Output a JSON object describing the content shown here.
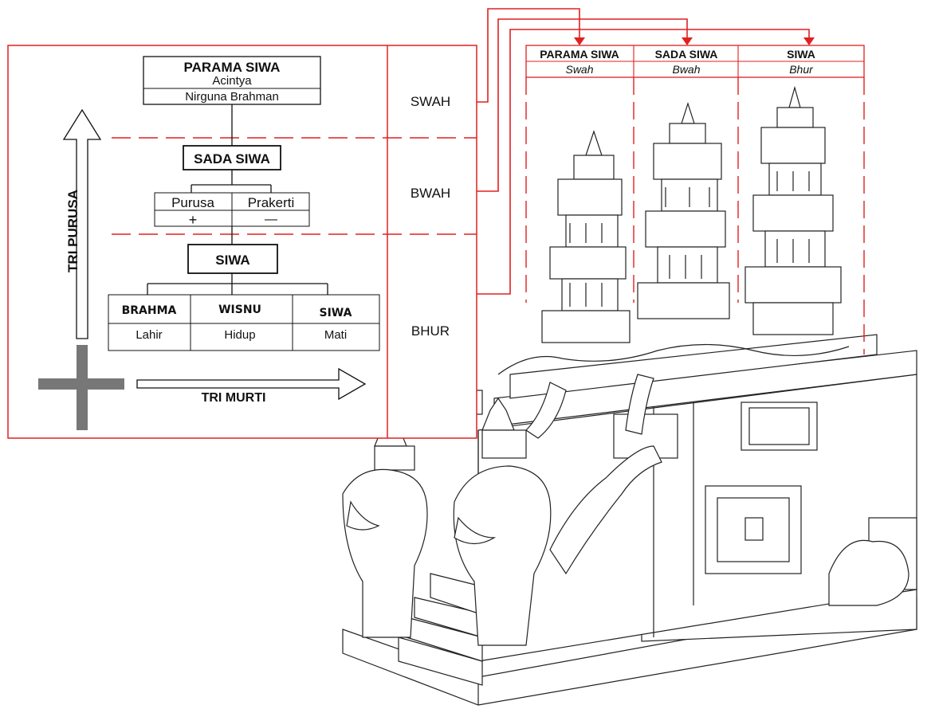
{
  "diagram": {
    "parama_siwa": {
      "title": "PARAMA SIWA",
      "line1": "Acintya",
      "line2": "Nirguna Brahman"
    },
    "sada_siwa": {
      "title": "SADA SIWA",
      "left": "Purusa",
      "right": "Prakerti",
      "left_sign": "+",
      "right_sign": "—"
    },
    "siwa": {
      "title": "SIWA"
    },
    "tri_murti_items": [
      {
        "name": "BRAHMA",
        "desc": "Lahir"
      },
      {
        "name": "WISNU",
        "desc": "Hidup"
      },
      {
        "name": "SIWA",
        "desc": "Mati"
      }
    ],
    "vertical_axis_label": "TRI PURUSA",
    "horizontal_axis_label": "TRI MURTI"
  },
  "levels": [
    "SWAH",
    "BWAH",
    "BHUR"
  ],
  "temple_header": [
    {
      "name": "PARAMA SIWA",
      "realm": "Swah"
    },
    {
      "name": "SADA SIWA",
      "realm": "Bwah"
    },
    {
      "name": "SIWA",
      "realm": "Bhur"
    }
  ],
  "colors": {
    "accent": "#e02020",
    "line": "#111111",
    "cross": "#777777"
  }
}
